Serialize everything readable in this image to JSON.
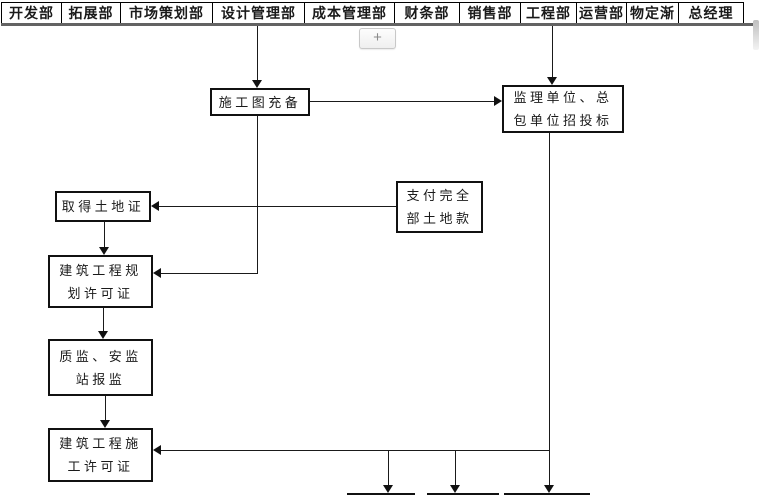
{
  "header": {
    "departments": [
      "开发部",
      "拓展部",
      "市场策划部",
      "设计管理部",
      "成本管理部",
      "财条部",
      "销售部",
      "工程部",
      "运营部",
      "物定渐",
      "总经理"
    ]
  },
  "toolbar": {
    "plus_label": "+"
  },
  "flowchart": {
    "nodes": [
      {
        "id": "shop-drawing-ready",
        "label": "施工图充备"
      },
      {
        "id": "supervision-bidding",
        "label": "监理单位、总\n包单位招投标"
      },
      {
        "id": "obtain-land-cert",
        "label": "取得土地证"
      },
      {
        "id": "pay-full-land-price",
        "label": "支付完全\n部土地款"
      },
      {
        "id": "planning-permit",
        "label": "建筑工程规\n划许可证"
      },
      {
        "id": "quality-safety-report",
        "label": "质监、安监\n站报监"
      },
      {
        "id": "construction-permit",
        "label": "建筑工程施\n工许可证"
      }
    ]
  },
  "colors": {
    "line": "#1a1a1a",
    "box_border": "#111111",
    "header_band": "#636363",
    "button_bg": "#f5f5f5",
    "button_border": "#c8c8c8"
  }
}
